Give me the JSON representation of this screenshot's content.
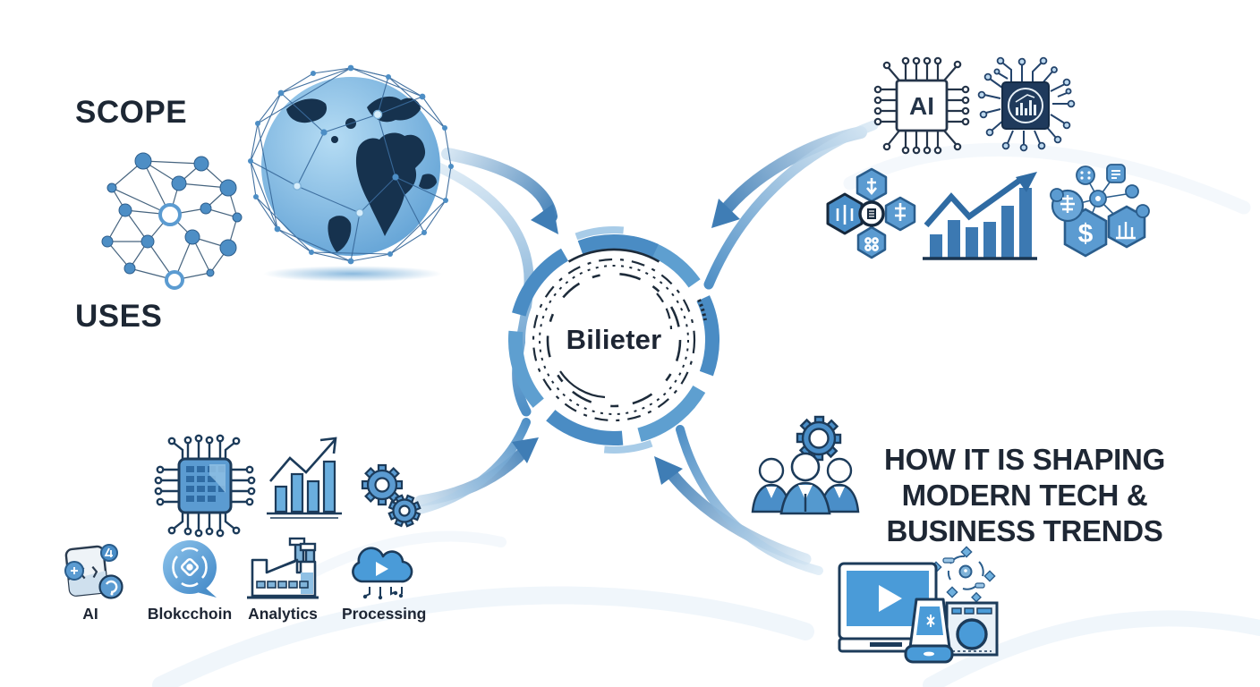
{
  "palette": {
    "accent_blue": "#4d8ec5",
    "dark_blue": "#2e6da4",
    "hex_blue": "#5b9bd1",
    "navy_text": "#1d2734",
    "light_blue": "#a9cde9",
    "chip_dark": "#1f3a5c",
    "background": "#ffffff"
  },
  "headings": {
    "scope": "SCOPE",
    "uses": "USES",
    "right_line1": "HOW IT IS SHAPING",
    "right_line2": "MODERN TECH &",
    "right_line3": "BUSINESS TRENDS"
  },
  "hub": {
    "label": "Bilieter"
  },
  "chip_label": "AI",
  "finance_symbol": "$",
  "bottom_icons": [
    {
      "icon": "ai-document-icon",
      "label": "AI"
    },
    {
      "icon": "blockchain-bubble-icon",
      "label": "Blokcchoin"
    },
    {
      "icon": "factory-analytics-icon",
      "label": "Analytics"
    },
    {
      "icon": "cloud-processing-icon",
      "label": "Processing"
    }
  ],
  "icon_groups": {
    "top_left": [
      "network-graph-icon",
      "connected-globe-icon"
    ],
    "top_right": [
      "ai-chip-icon",
      "circuit-chart-chip-icon",
      "blockchain-hexagon-cluster-icon",
      "growth-bar-chart-icon",
      "finance-network-icon"
    ],
    "bottom_left": [
      "processor-chip-icon",
      "bar-chart-arrow-icon",
      "gears-icon"
    ],
    "bottom_right": [
      "team-gear-icon",
      "media-devices-icon",
      "ai-sparkle-network-icon"
    ]
  }
}
